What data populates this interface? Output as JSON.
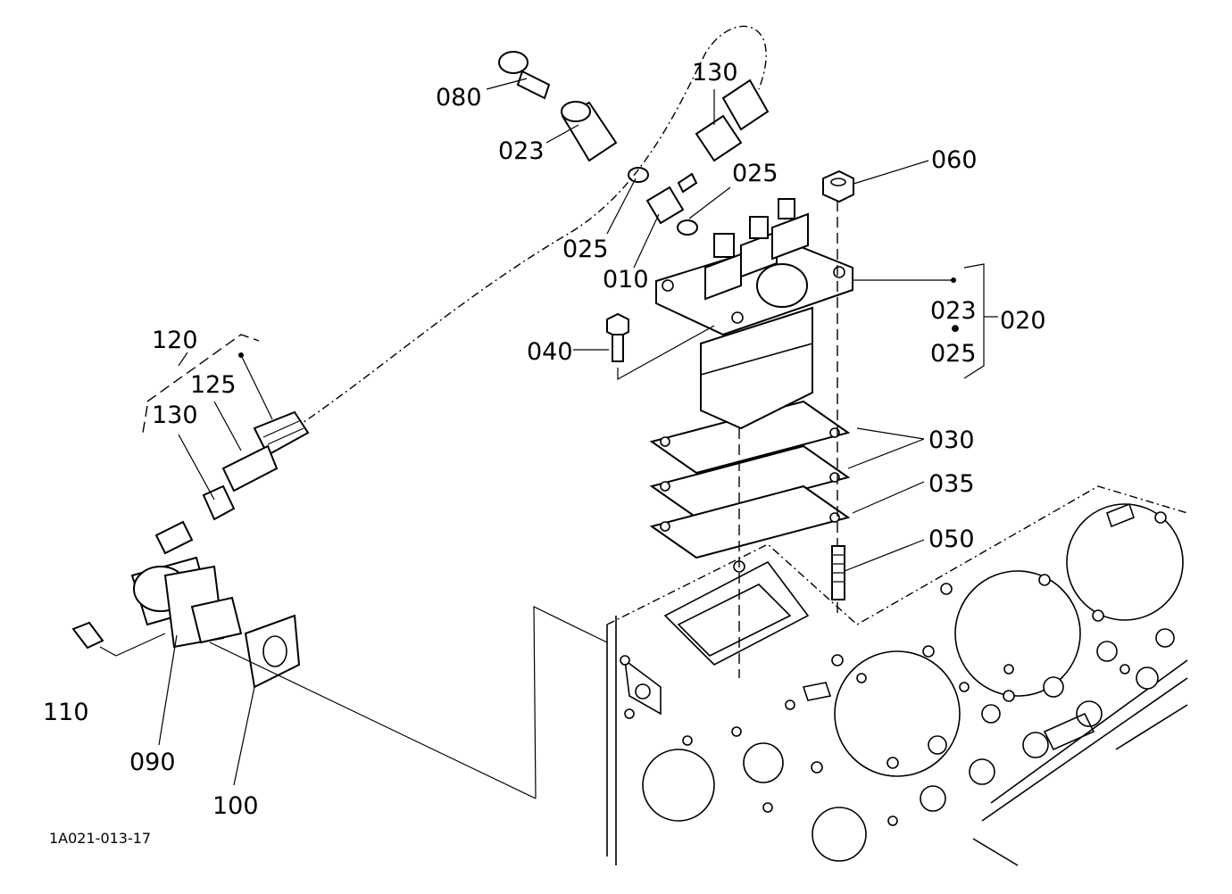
{
  "labels": {
    "p080": "080",
    "p130_top": "130",
    "p023_top": "023",
    "p025_right": "025",
    "p060": "060",
    "p025_left": "025",
    "p010": "010",
    "p023_group": "023",
    "p025_group": "025",
    "p020": "020",
    "p040": "040",
    "p030": "030",
    "p035": "035",
    "p050": "050",
    "p120": "120",
    "p125": "125",
    "p130_left": "130",
    "p110": "110",
    "p090": "090",
    "p100": "100"
  },
  "figure_id": "1A021-013-17"
}
